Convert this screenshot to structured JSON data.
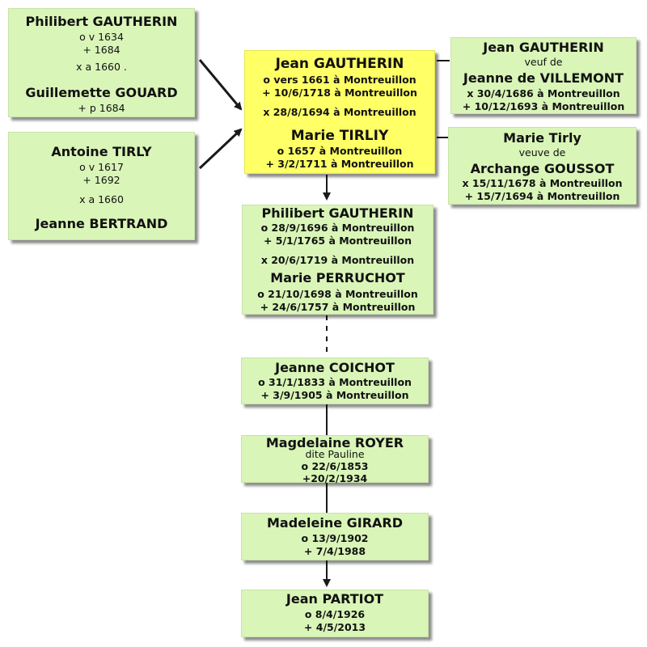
{
  "boxes": {
    "pg1": {
      "name1": "Philibert GAUTHERIN",
      "birth": "o v 1634",
      "death": "+    1684",
      "marriage": "x a 1660 .",
      "name2": "Guillemette GOUARD",
      "death2": "+ p 1684"
    },
    "pg2": {
      "name1": "Antoine TIRLY",
      "birth": "o v 1617",
      "death": "+    1692",
      "marriage": "x a 1660",
      "name2": "Jeanne BERTRAND"
    },
    "main": {
      "name1": "Jean GAUTHERIN",
      "birth": "o vers 1661 à Montreuillon",
      "death": "+ 10/6/1718 à Montreuillon",
      "marriage": "x    28/8/1694 à Montreuillon",
      "name2": "Marie TIRLIY",
      "birth2": "o     1657 à Montreuillon",
      "death2": "+ 3/2/1711 à Montreuillon"
    },
    "side1": {
      "name1": "Jean GAUTHERIN",
      "note": "veuf de",
      "name2": "Jeanne de VILLEMONT",
      "marriage": "x  30/4/1686 à Montreuillon",
      "death": "+ 10/12/1693 à Montreuillon"
    },
    "side2": {
      "name1": "Marie Tirly",
      "note": "veuve de",
      "name2": "Archange GOUSSOT",
      "marriage": "x 15/11/1678 à Montreuillon",
      "death": "+  15/7/1694 à Montreuillon"
    },
    "g1": {
      "name1": "Philibert GAUTHERIN",
      "birth": "o  28/9/1696 à Montreuillon",
      "death": "+  5/1/1765 à Montreuillon",
      "marriage": "x  20/6/1719 à Montreuillon",
      "name2": "Marie PERRUCHOT",
      "birth2": "o 21/10/1698 à Montreuillon",
      "death2": "+ 24/6/1757 à Montreuillon"
    },
    "g2": {
      "name1": "Jeanne COICHOT",
      "birth": "o 31/1/1833 à Montreuillon",
      "death": "+ 3/9/1905 à Montreuillon"
    },
    "g3": {
      "name1": "Magdelaine ROYER",
      "note": "dite Pauline",
      "birth": "o 22/6/1853",
      "death": "+20/2/1934"
    },
    "g4": {
      "name1": "Madeleine GIRARD",
      "birth": "o 13/9/1902",
      "death": "+  7/4/1988"
    },
    "g5": {
      "name1": "Jean PARTIOT",
      "birth": "o 8/4/1926",
      "death": "+ 4/5/2013"
    }
  },
  "colors": {
    "box_fill": "#d9f5b8",
    "highlight_fill": "#ffff66",
    "line": "#1a1a1a"
  }
}
